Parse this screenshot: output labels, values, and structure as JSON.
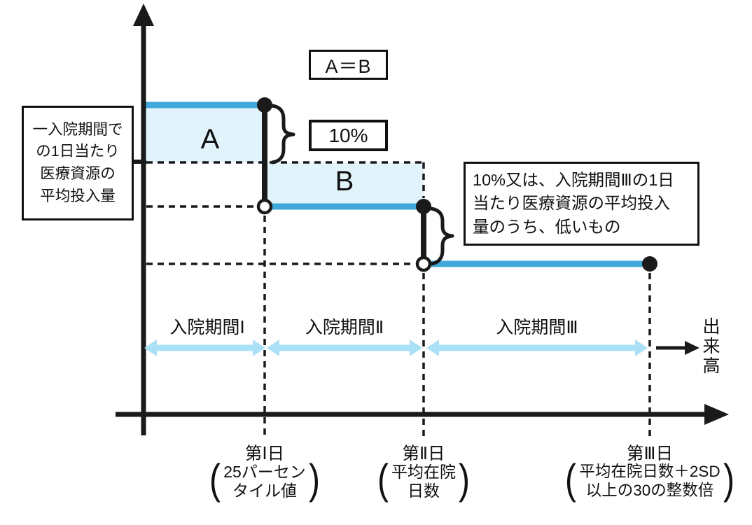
{
  "colors": {
    "ink": "#1a1a1a",
    "step_line_blue": "#41a9da",
    "region_fill_blue": "#e2f4fb",
    "period_arrow_blue": "#aae1f7"
  },
  "boxes": {
    "left": {
      "lines": [
        "一入院期間で",
        "の1日当たり",
        "医療資源の",
        "平均投入量"
      ]
    },
    "equals": {
      "label": "A＝B"
    },
    "percent": {
      "label": "10%"
    },
    "right": {
      "lines": [
        "10%又は、入院期間Ⅲの1日",
        "当たり医療資源の平均投入",
        "量のうち、低いもの"
      ]
    }
  },
  "regions": {
    "a": "A",
    "b": "B"
  },
  "periods": [
    {
      "label": "入院期間Ⅰ"
    },
    {
      "label": "入院期間Ⅱ"
    },
    {
      "label": "入院期間Ⅲ"
    }
  ],
  "fee": {
    "label": "出来高"
  },
  "days": [
    {
      "title": "第Ⅰ日",
      "sub": [
        "25パーセン",
        "タイル値"
      ]
    },
    {
      "title": "第Ⅱ日",
      "sub": [
        "平均在院",
        "日数"
      ]
    },
    {
      "title": "第Ⅲ日",
      "sub": [
        "平均在院日数＋2SD",
        "以上の30の整数倍"
      ]
    }
  ]
}
